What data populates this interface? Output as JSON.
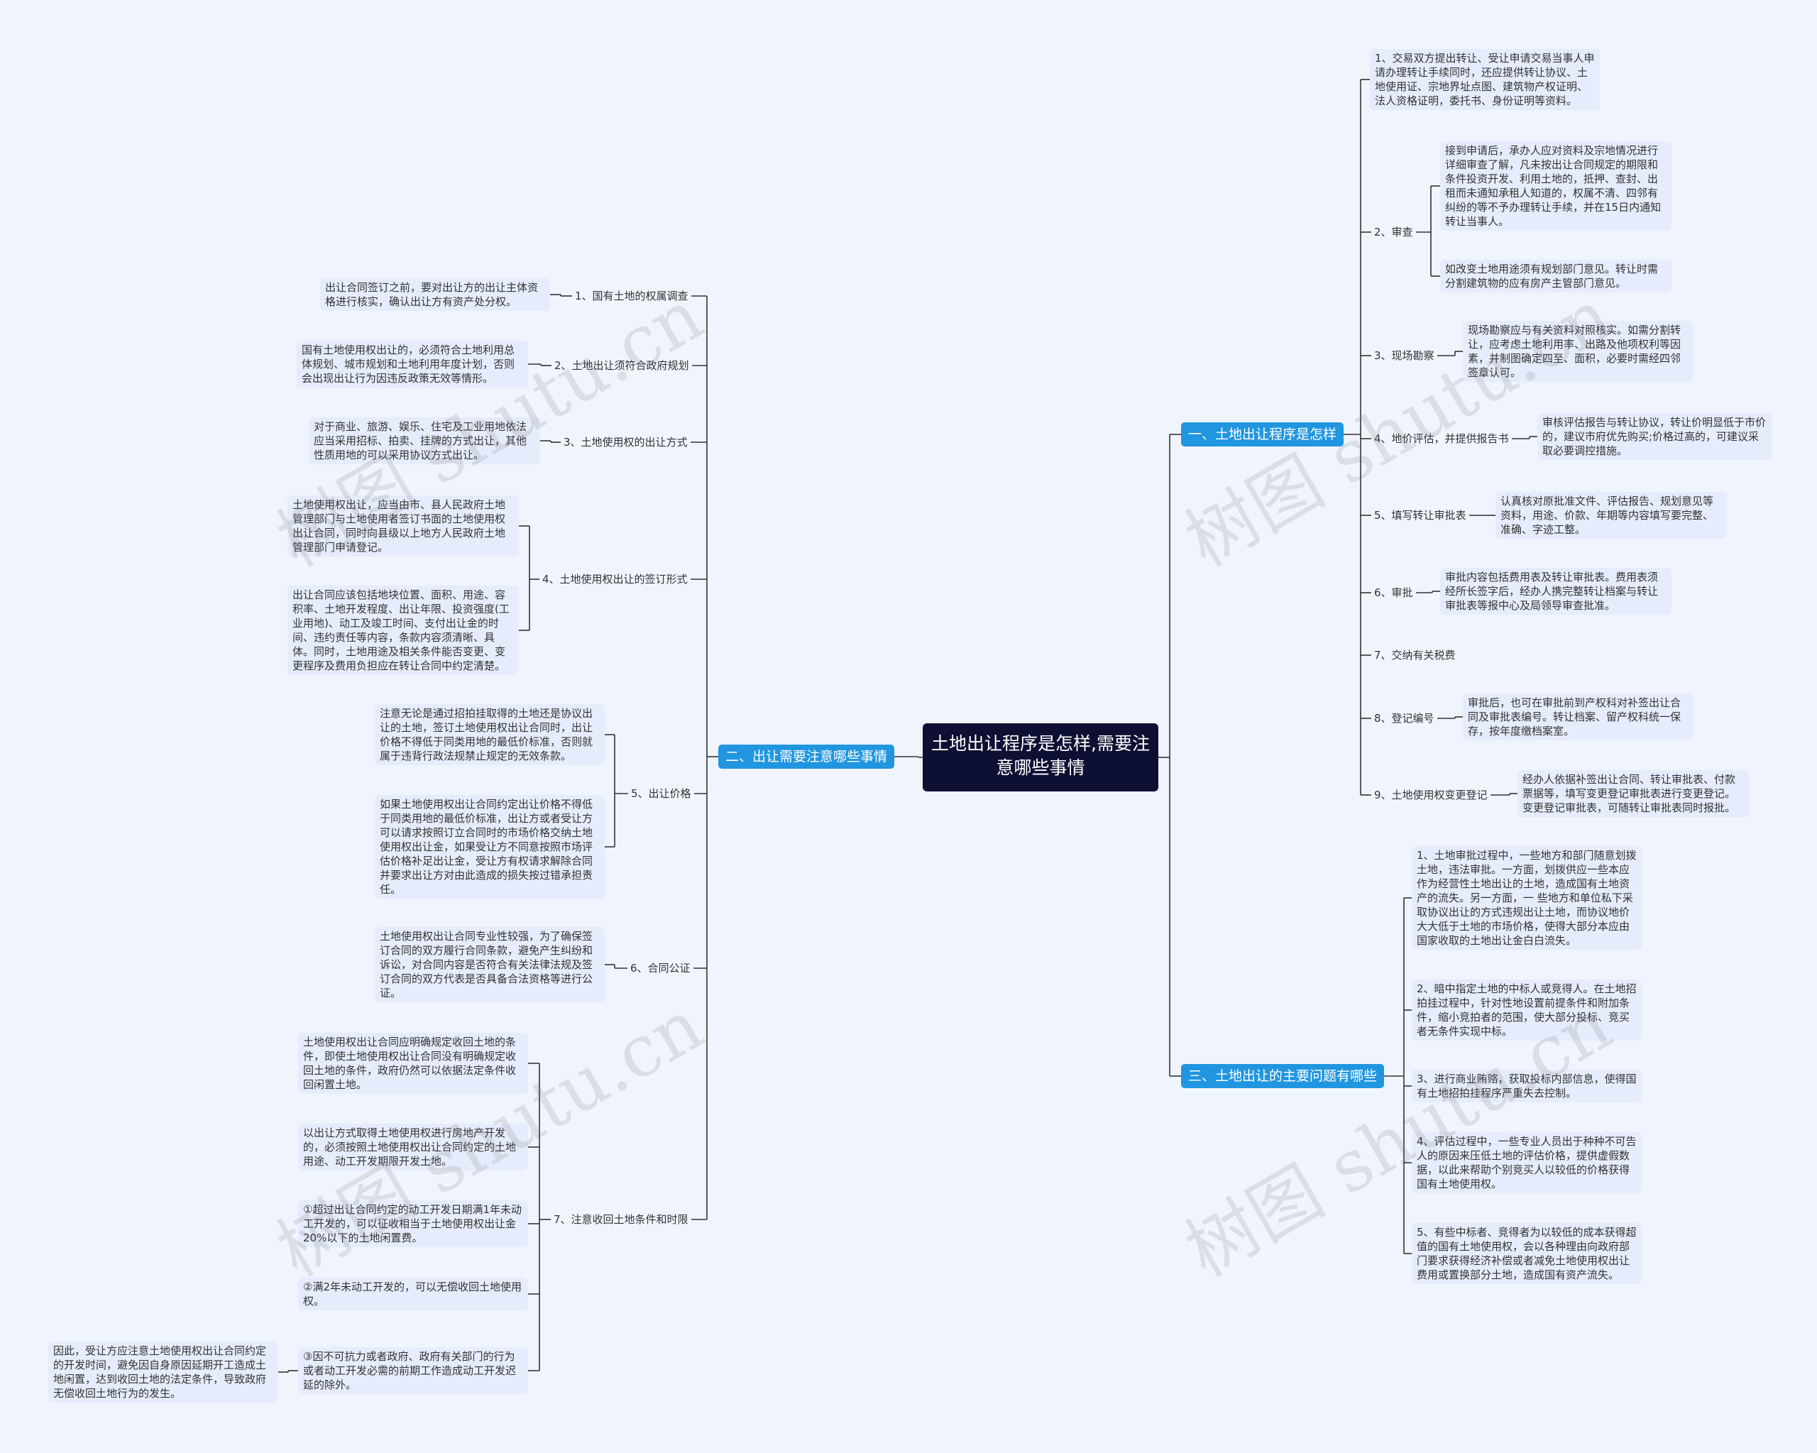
{
  "root": {
    "title": "土地出让程序是怎样,需要注意哪些事情"
  },
  "branch1": {
    "label": "一、土地出让程序是怎样",
    "items": [
      {
        "label": "",
        "details": [
          "1、交易双方提出转让、受让申请交易当事人申请办理转让手续同时，还应提供转让协议、土地使用证、宗地界址点图、建筑物产权证明、法人资格证明，委托书、身份证明等资料。"
        ]
      },
      {
        "label": "2、审查",
        "details": [
          "接到申请后，承办人应对资料及宗地情况进行详细审查了解，凡未按出让合同规定的期限和条件投资开发、利用土地的，抵押、查封、出租而未通知承租人知道的，权属不清、四邻有纠纷的等不予办理转让手续，并在15日内通知转让当事人。",
          "如改变土地用途须有规划部门意见。转让时需分割建筑物的应有房产主管部门意见。"
        ]
      },
      {
        "label": "3、现场勘察",
        "details": [
          "现场勘察应与有关资料对照核实。如需分割转让，应考虑土地利用率、出路及他项权利等因素，并制图确定四至、面积，必要时需经四邻签章认可。"
        ]
      },
      {
        "label": "4、地价评估，并提供报告书",
        "details": [
          "审核评估报告与转让协议，转让价明显低于市价的，建议市府优先购买;价格过高的，可建议采取必要调控措施。"
        ]
      },
      {
        "label": "5、填写转让审批表",
        "details": [
          "认真核对原批准文件、评估报告、规划意见等资料，用途、价款、年期等内容填写要完整、准确、字迹工整。"
        ]
      },
      {
        "label": "6、审批",
        "details": [
          "审批内容包括费用表及转让审批表。费用表须经所长签字后，经办人携完整转让档案与转让审批表等报中心及局领导审查批准。"
        ]
      },
      {
        "label": "7、交纳有关税费",
        "details": []
      },
      {
        "label": "8、登记编号",
        "details": [
          "审批后，也可在审批前到产权科对补签出让合同及审批表编号。转让档案、留产权科统一保存，按年度缴档案室。"
        ]
      },
      {
        "label": "9、土地使用权变更登记",
        "details": [
          "经办人依据补签出让合同、转让审批表、付款票据等，填写变更登记审批表进行变更登记。变更登记审批表，可随转让审批表同时报批。"
        ]
      }
    ]
  },
  "branch2": {
    "label": "二、出让需要注意哪些事情",
    "items": [
      {
        "label": "1、国有土地的权属调查",
        "details": [
          "出让合同签订之前，要对出让方的出让主体资格进行核实，确认出让方有资产处分权。"
        ]
      },
      {
        "label": "2、土地出让须符合政府规划",
        "details": [
          "国有土地使用权出让的，必须符合土地利用总体规划、城市规划和土地利用年度计划，否则会出现出让行为因违反政策无效等情形。"
        ]
      },
      {
        "label": "3、土地使用权的出让方式",
        "details": [
          "对于商业、旅游、娱乐、住宅及工业用地依法应当采用招标、拍卖、挂牌的方式出让，其他性质用地的可以采用协议方式出让。"
        ]
      },
      {
        "label": "4、土地使用权出让的签订形式",
        "details": [
          "土地使用权出让，应当由市、县人民政府土地管理部门与土地使用者签订书面的土地使用权出让合同，同时向县级以上地方人民政府土地管理部门申请登记。",
          "出让合同应该包括地块位置、面积、用途、容积率、土地开发程度、出让年限、投资强度(工业用地)、动工及竣工时间、支付出让金的时间、违约责任等内容，条款内容须清晰、具体。同时，土地用途及相关条件能否变更、变更程序及费用负担应在转让合同中约定清楚。"
        ]
      },
      {
        "label": "5、出让价格",
        "details": [
          "注意无论是通过招拍挂取得的土地还是协议出让的土地，签订土地使用权出让合同时，出让价格不得低于同类用地的最低价标准，否则就属于违背行政法规禁止规定的无效条款。",
          "如果土地使用权出让合同约定出让价格不得低于同类用地的最低价标准，出让方或者受让方可以请求按照订立合同时的市场价格交纳土地使用权出让金，如果受让方不同意按照市场评估价格补足出让金，受让方有权请求解除合同并要求出让方对由此造成的损失按过错承担责任。"
        ]
      },
      {
        "label": "6、合同公证",
        "details": [
          "土地使用权出让合同专业性较强，为了确保签订合同的双方履行合同条款，避免产生纠纷和诉讼，对合同内容是否符合有关法律法规及签订合同的双方代表是否具备合法资格等进行公证。"
        ]
      },
      {
        "label": "7、注意收回土地条件和时限",
        "details": [
          "土地使用权出让合同应明确规定收回土地的条件，即使土地使用权出让合同没有明确规定收回土地的条件，政府仍然可以依据法定条件收回闲置土地。",
          "以出让方式取得土地使用权进行房地产开发的，必须按照土地使用权出让合同约定的土地用途、动工开发期限开发土地。",
          "①超过出让合同约定的动工开发日期满1年未动工开发的，可以征收相当于土地使用权出让金20%以下的土地闲置费。",
          "②满2年未动工开发的，可以无偿收回土地使用权。",
          "③因不可抗力或者政府、政府有关部门的行为或者动工开发必需的前期工作造成动工开发迟延的除外。"
        ],
        "extra": "因此，受让方应注意土地使用权出让合同约定的开发时间，避免因自身原因延期开工造成土地闲置，达到收回土地的法定条件，导致政府无偿收回土地行为的发生。"
      }
    ]
  },
  "branch3": {
    "label": "三、土地出让的主要问题有哪些",
    "items": [
      "1、土地审批过程中，一些地方和部门随意划拨土地，违法审批。一方面，划拨供应一些本应作为经营性土地出让的土地，造成国有土地资产的流失。另一方面，一 些地方和单位私下采取协议出让的方式违规出让土地，而协议地价大大低于土地的市场价格，使得大部分本应由国家收取的土地出让金白白流失。",
      "2、暗中指定土地的中标人或竞得人。在土地招拍挂过程中，针对性地设置前提条件和附加条件，缩小竞拍者的范围，使大部分投标、竞买者无条件实现中标。",
      "3、进行商业贿赂，获取投标内部信息，使得国有土地招拍挂程序严重失去控制。",
      "4、评估过程中，一些专业人员出于种种不可告人的原因来压低土地的评估价格，提供虚假数据，以此来帮助个别竞买人以较低的价格获得国有土地使用权。",
      "5、有些中标者、竞得者为以较低的成本获得超值的国有土地使用权，会以各种理由向政府部门要求获得经济补偿或者减免土地使用权出让费用或置换部分土地，造成国有资产流失。"
    ]
  },
  "watermark": "树图 shutu.cn",
  "colors": {
    "line": "#333333",
    "branch": "#2196e0",
    "root": "#0e1033",
    "box": "#e5ecfb",
    "bg": "#f0f4fd"
  }
}
